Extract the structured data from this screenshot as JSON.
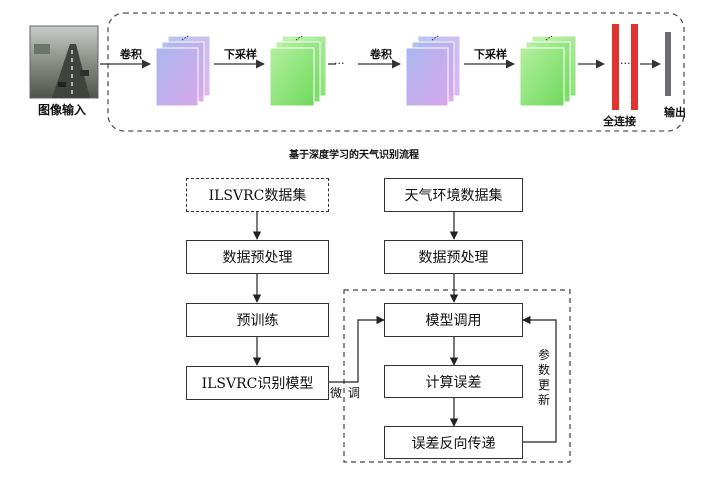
{
  "top_pipeline": {
    "input_label": "图像输入",
    "conv_label_1": "卷积",
    "downsample_label_1": "下采样",
    "ellipsis_1": "···",
    "conv_label_2": "卷积",
    "downsample_label_2": "下采样",
    "ellipsis_2": "···",
    "fc_label": "全连接",
    "output_label": "输出",
    "caption": "基于深度学习的天气识别流程",
    "colors": {
      "conv": "#b9a6ec",
      "pool": "#8fe07a",
      "fc": "#e0322f",
      "output": "#6c6a72"
    }
  },
  "flowchart": {
    "left": {
      "dataset": "ILSVRC数据集",
      "preprocess": "数据预处理",
      "pretrain": "预训练",
      "model": "ILSVRC识别模型"
    },
    "right": {
      "dataset": "天气环境数据集",
      "preprocess": "数据预处理",
      "invoke": "模型调用",
      "compute_error": "计算误差",
      "backprop": "误差反向传递"
    },
    "finetune_chars": [
      "微",
      "调"
    ],
    "param_update_chars": [
      "参",
      "数",
      "更",
      "新"
    ]
  }
}
